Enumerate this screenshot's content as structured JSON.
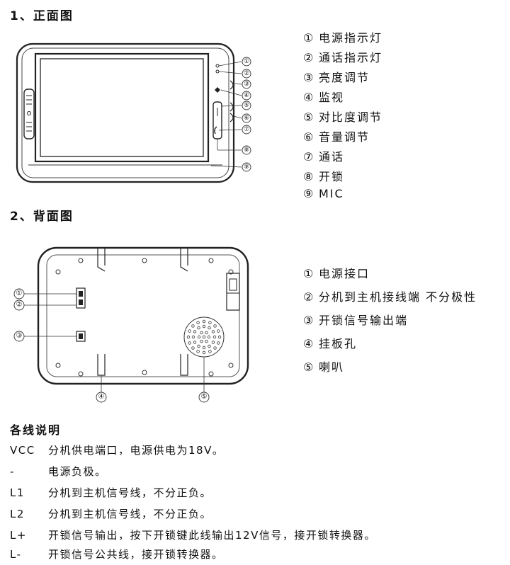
{
  "front": {
    "title": "1、正面图",
    "callouts": [
      "①",
      "②",
      "③",
      "④",
      "⑤",
      "⑥",
      "⑦",
      "⑧",
      "⑨"
    ],
    "legend": [
      {
        "num": "①",
        "label": "电源指示灯"
      },
      {
        "num": "②",
        "label": "通话指示灯"
      },
      {
        "num": "③",
        "label": "亮度调节"
      },
      {
        "num": "④",
        "label": "监视"
      },
      {
        "num": "⑤",
        "label": "对比度调节"
      },
      {
        "num": "⑥",
        "label": "音量调节"
      },
      {
        "num": "⑦",
        "label": "通话"
      },
      {
        "num": "⑧",
        "label": "开锁"
      },
      {
        "num": "⑨",
        "label": "MIC"
      }
    ]
  },
  "back": {
    "title": "2、背面图",
    "callouts": [
      "①",
      "②",
      "③",
      "④",
      "⑤"
    ],
    "legend": [
      {
        "num": "①",
        "label": "电源接口"
      },
      {
        "num": "②",
        "label": "分机到主机接线端 不分极性"
      },
      {
        "num": "③",
        "label": "开锁信号输出端"
      },
      {
        "num": "④",
        "label": "挂板孔"
      },
      {
        "num": "⑤",
        "label": "喇叭"
      }
    ]
  },
  "wires": {
    "title": "各线说明",
    "rows": [
      {
        "code": "VCC",
        "desc": "分机供电端口，电源供电为18V。"
      },
      {
        "code": " -",
        "desc": "电源负极。"
      },
      {
        "code": "L1",
        "desc": "分机到主机信号线，不分正负。"
      },
      {
        "code": "L2",
        "desc": "分机到主机信号线，不分正负。"
      },
      {
        "code": "L+",
        "desc": "开锁信号输出，按下开锁键此线输出12V信号，接开锁转换器。"
      },
      {
        "code": "L-",
        "desc": "开锁信号公共线，接开锁转换器。"
      }
    ]
  }
}
